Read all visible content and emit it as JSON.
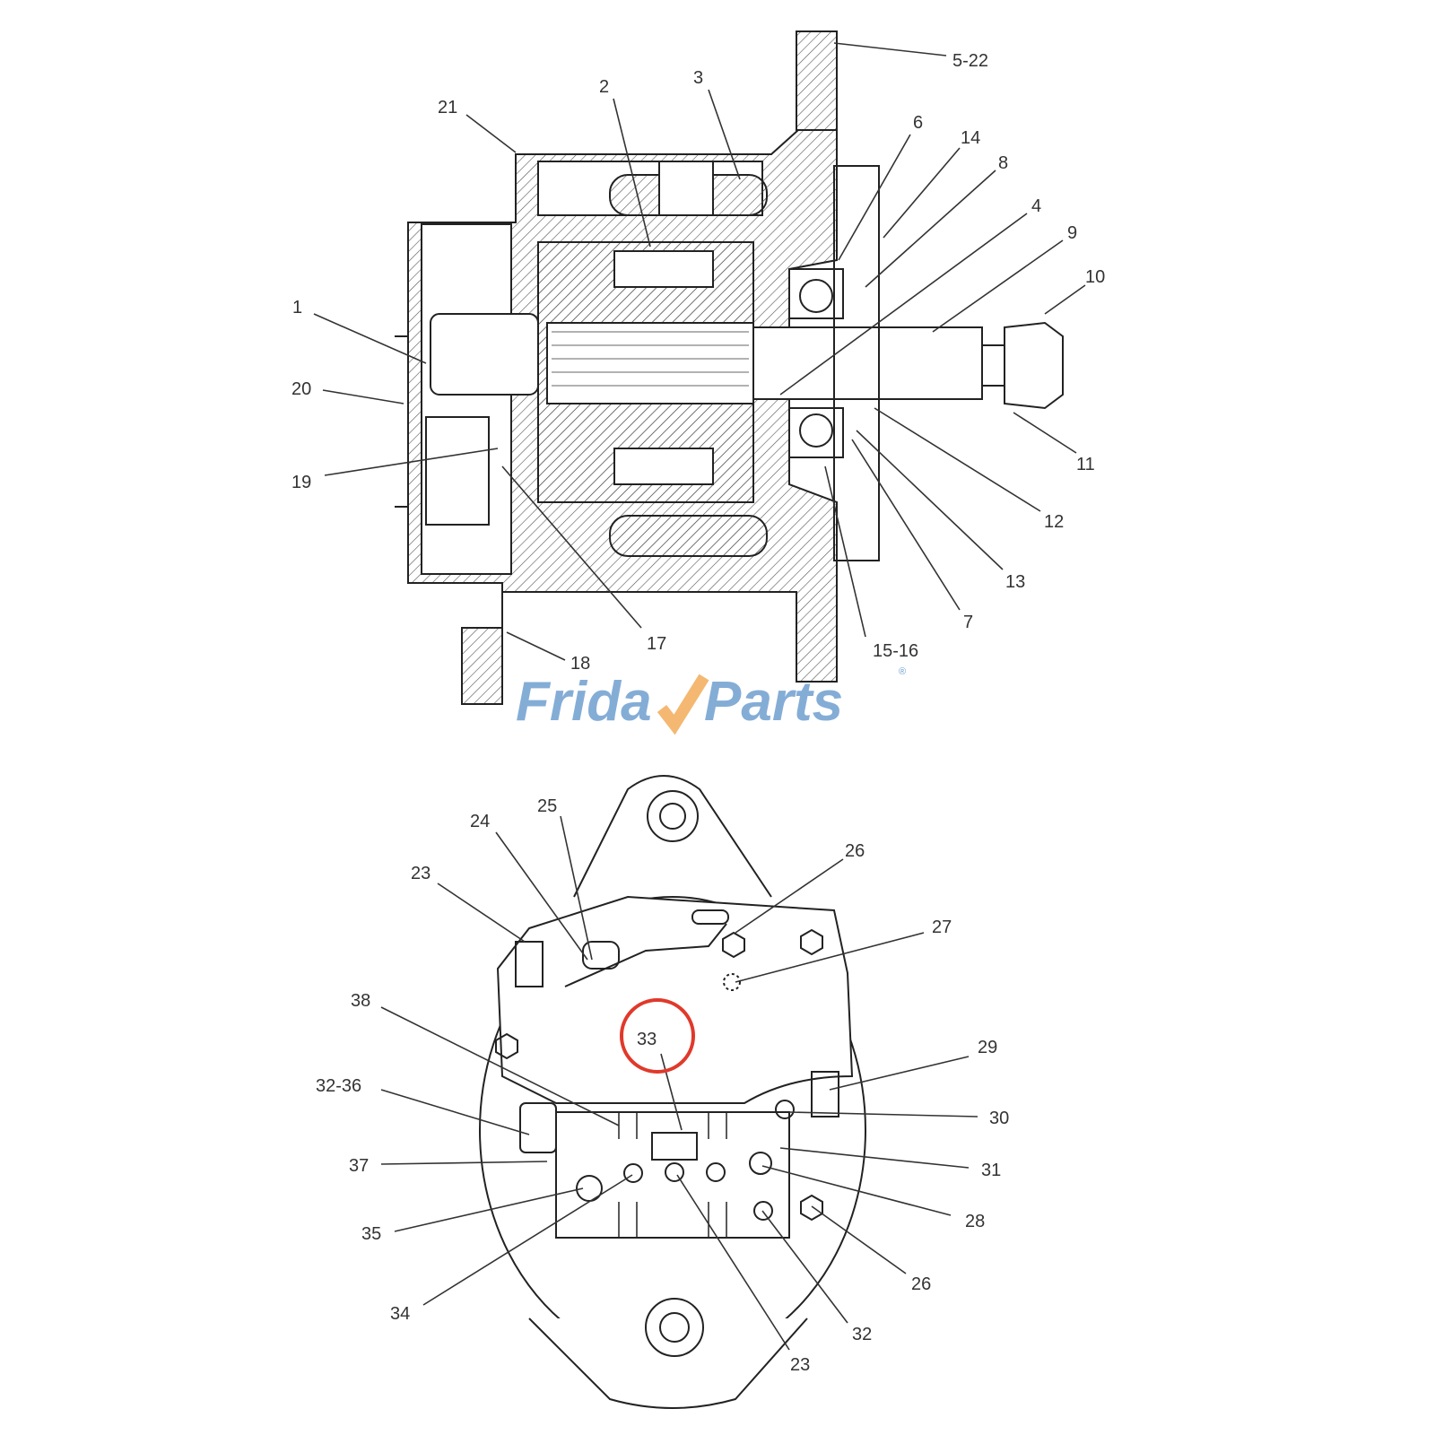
{
  "watermark": {
    "text_left": "Frida",
    "text_right": "Parts",
    "registered": "®",
    "color": "#6f9fd0",
    "accent_color": "#f4b872"
  },
  "highlight": {
    "label": "33",
    "color": "#e0392b"
  },
  "sectional_view": {
    "callouts": [
      "5-22",
      "2",
      "3",
      "21",
      "6",
      "14",
      "8",
      "4",
      "9",
      "10",
      "1",
      "20",
      "19",
      "11",
      "12",
      "13",
      "7",
      "17",
      "15-16",
      "18"
    ]
  },
  "end_view": {
    "callouts": [
      "25",
      "24",
      "23",
      "26",
      "27",
      "38",
      "33",
      "29",
      "32-36",
      "30",
      "37",
      "31",
      "28",
      "35",
      "26",
      "34",
      "32",
      "23"
    ]
  }
}
